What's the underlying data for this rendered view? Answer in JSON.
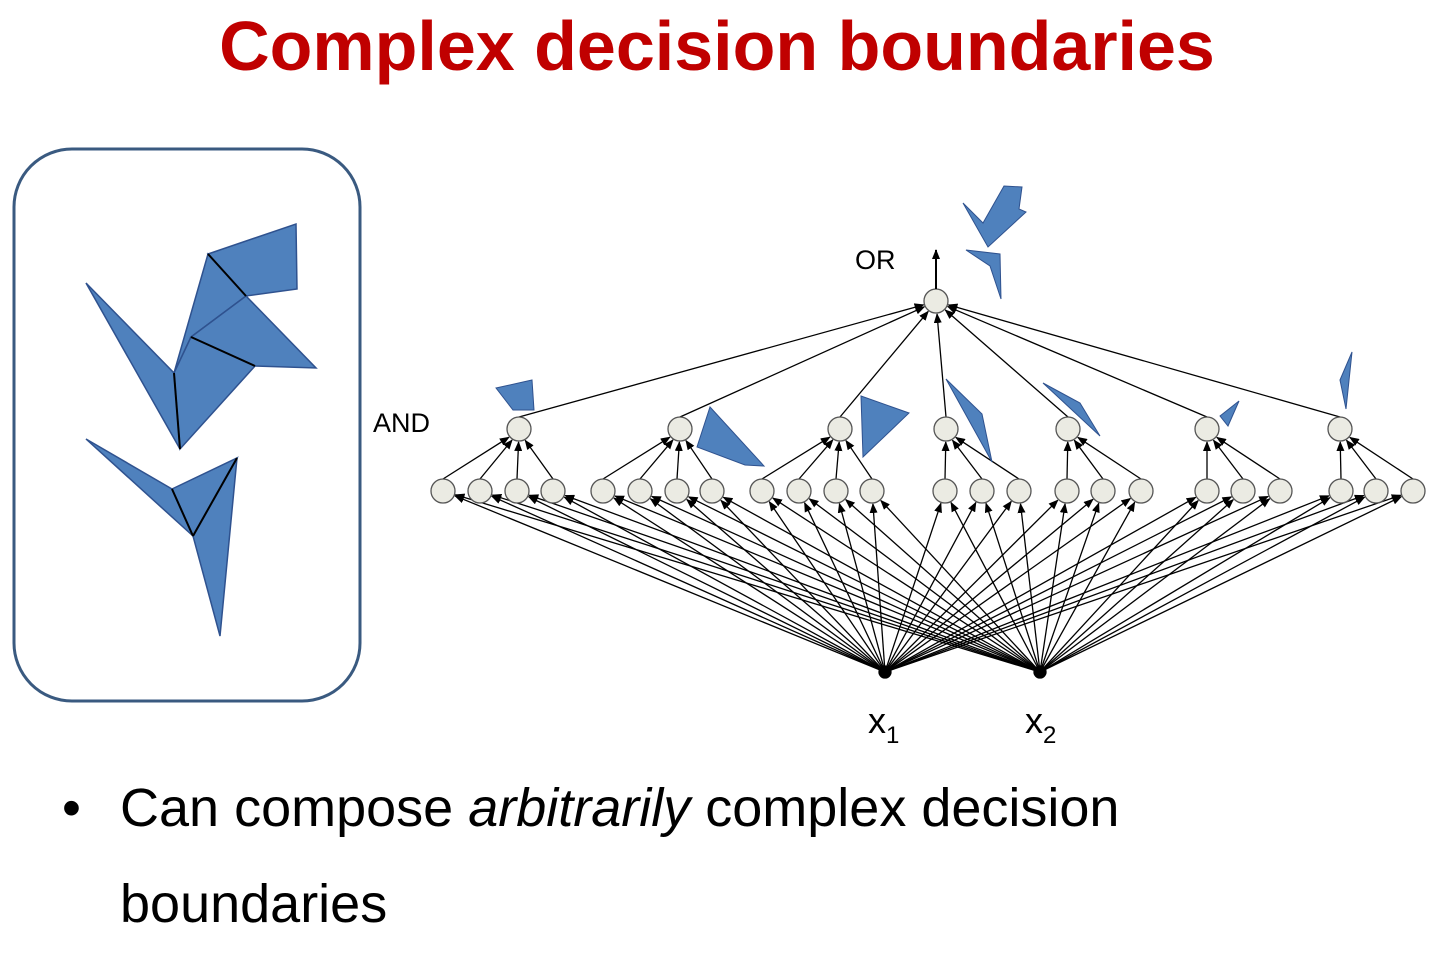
{
  "title": "Complex decision boundaries",
  "diagram": {
    "or_label": "OR",
    "and_label": "AND",
    "inputs": [
      {
        "name": "x",
        "sub": "1"
      },
      {
        "name": "x",
        "sub": "2"
      }
    ],
    "and_unit_count": 7,
    "hidden_units_per_and": [
      4,
      4,
      4,
      3,
      3,
      3,
      3
    ],
    "colors": {
      "region_fill": "#4f81bd",
      "region_stroke": "#2f528f",
      "node_fill": "#ebebe3",
      "node_stroke": "#555555",
      "panel_border": "#3a5a80"
    }
  },
  "bullet": {
    "dot": "•",
    "text_before": "Can compose ",
    "text_emph": "arbitrarily",
    "text_after": " complex decision boundaries"
  }
}
